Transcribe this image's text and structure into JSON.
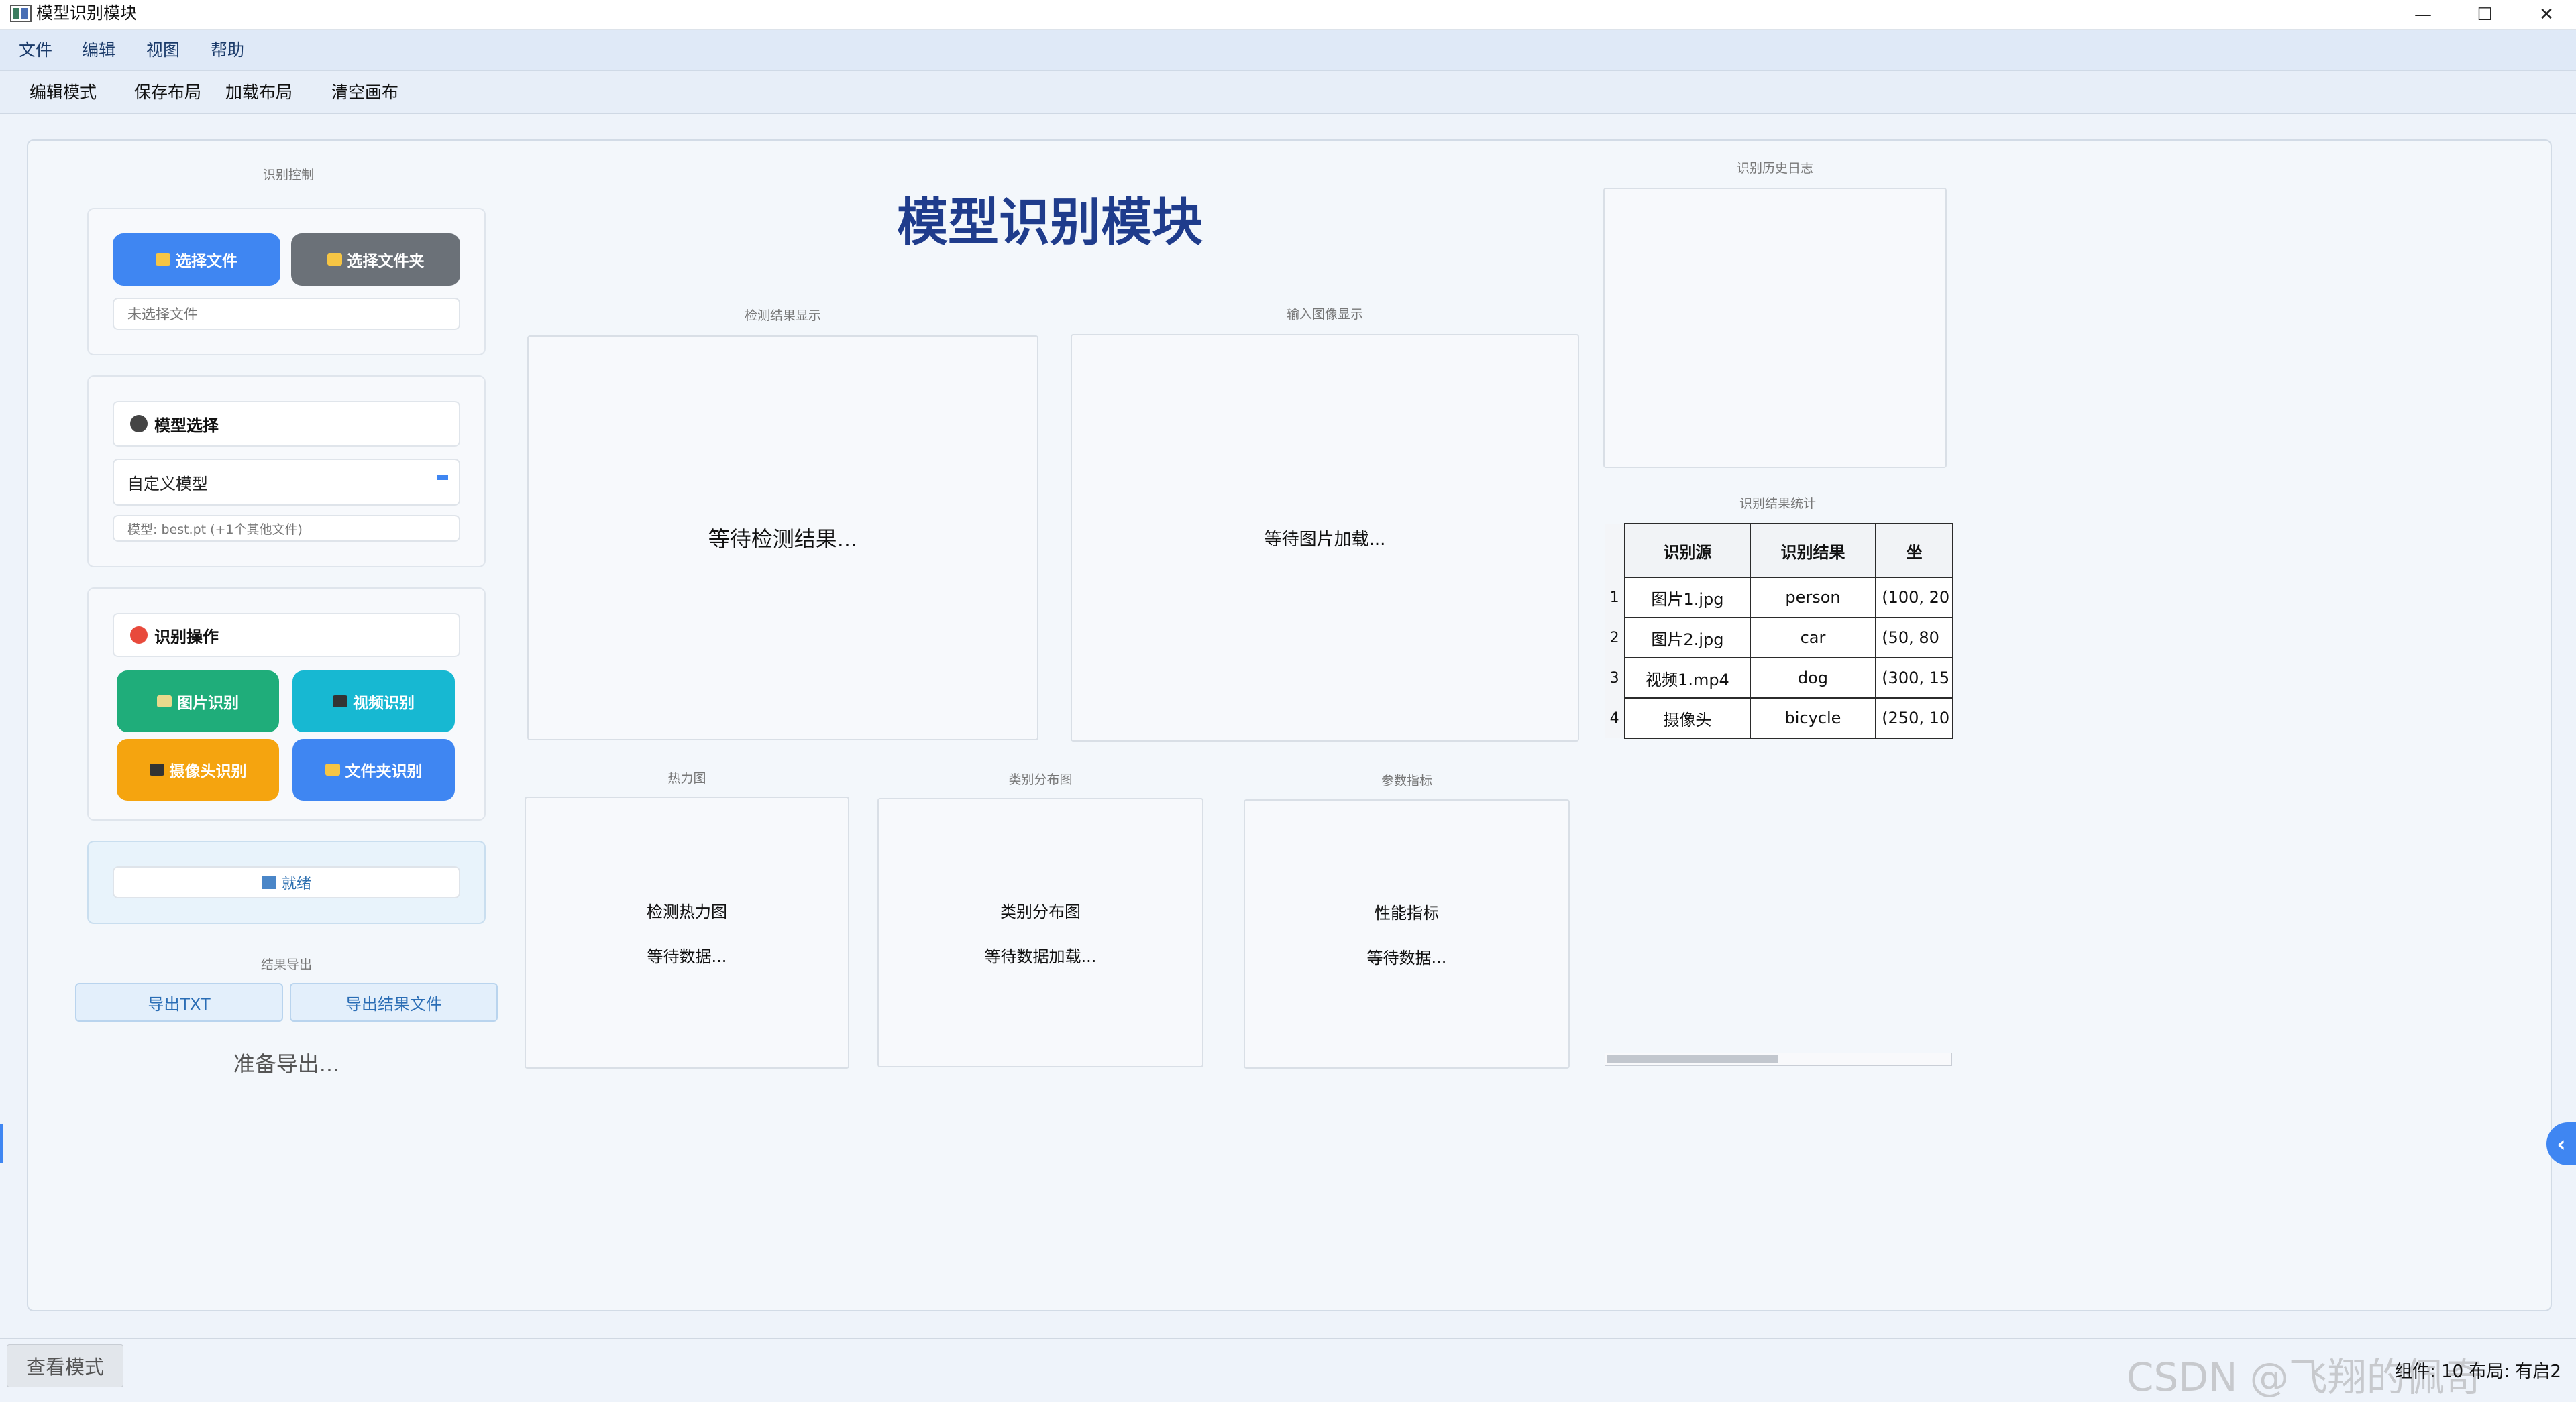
{
  "window": {
    "title": "模型识别模块",
    "minimize_glyph": "—",
    "maximize_glyph": "☐",
    "close_glyph": "✕"
  },
  "menu": [
    "文件",
    "编辑",
    "视图",
    "帮助"
  ],
  "toolbar": [
    "编辑模式",
    "保存布局",
    "加载布局",
    "清空画布"
  ],
  "left": {
    "caption": "识别控制",
    "select_file": "选择文件",
    "select_folder": "选择文件夹",
    "file_status": "未选择文件",
    "model_header": "模型选择",
    "model_value": "自定义模型",
    "model_info": "模型: best.pt (+1个其他文件)",
    "ops_header": "识别操作",
    "ops": {
      "image": "图片识别",
      "video": "视频识别",
      "camera": "摄像头识别",
      "folder": "文件夹识别"
    },
    "status": "就绪",
    "export_caption": "结果导出",
    "export_txt": "导出TXT",
    "export_file": "导出结果文件",
    "export_status": "准备导出..."
  },
  "main_title": "模型识别模块",
  "detect": {
    "caption": "检测结果显示",
    "text": "等待检测结果..."
  },
  "input": {
    "caption": "输入图像显示",
    "text": "等待图片加载..."
  },
  "heatmap": {
    "caption": "热力图",
    "line1": "检测热力图",
    "line2": "等待数据..."
  },
  "distribution": {
    "caption": "类别分布图",
    "line1": "类别分布图",
    "line2": "等待数据加载..."
  },
  "metrics": {
    "caption": "参数指标",
    "line1": "性能指标",
    "line2": "等待数据..."
  },
  "history": {
    "caption": "识别历史日志"
  },
  "stats": {
    "caption": "识别结果统计",
    "headers": [
      "识别源",
      "识别结果",
      "坐"
    ],
    "rows": [
      {
        "n": "1",
        "source": "图片1.jpg",
        "result": "person",
        "coord": "(100, 20"
      },
      {
        "n": "2",
        "source": "图片2.jpg",
        "result": "car",
        "coord": "(50, 80"
      },
      {
        "n": "3",
        "source": "视频1.mp4",
        "result": "dog",
        "coord": "(300, 15"
      },
      {
        "n": "4",
        "source": "摄像头",
        "result": "bicycle",
        "coord": "(250, 10"
      }
    ]
  },
  "statusbar": {
    "mode_button": "查看模式",
    "right_text": "组件: 10 布局: 有启2"
  },
  "watermark": "CSDN @飞翔的佩奇",
  "colors": {
    "blue": "#3f86f2",
    "gray": "#6b7178",
    "green": "#1fad7a",
    "cyan": "#17b8d2",
    "orange": "#f5a40f",
    "title": "#1f3c8c"
  },
  "icons": [
    "app-icon",
    "folder-icon",
    "robot-icon",
    "target-icon",
    "image-icon",
    "video-icon",
    "camera-icon",
    "chart-icon",
    "collapse-arrow-icon"
  ]
}
